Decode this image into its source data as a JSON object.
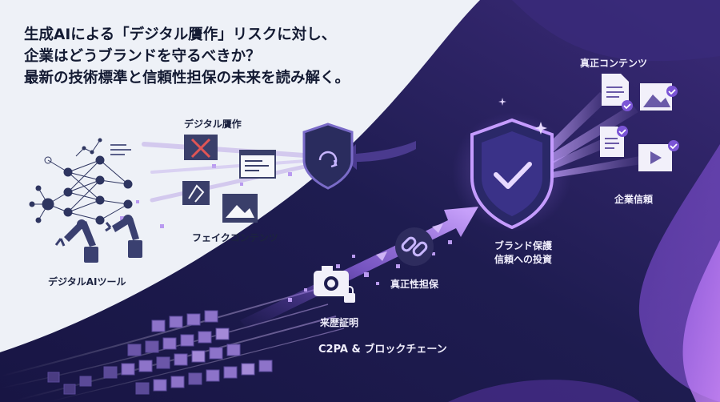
{
  "headline": {
    "line1": "生成AIによる「デジタル贋作」リスクに対し、",
    "line2": "企業はどうブランドを守るべきか？",
    "line3": "最新の技術標準と信頼性担保の未来を読み解く。"
  },
  "labels": {
    "digital_forgery": "デジタル贋作",
    "fake_content": "フェイクコンテンツ",
    "digital_ai_tools": "デジタルAIツール",
    "authentic_content": "真正コンテンツ",
    "corporate_trust": "企業信頼",
    "brand_protection": "ブランド保護",
    "trust_investment": "信頼への投資",
    "authenticity_assurance": "真正性担保",
    "provenance_proof": "来歴証明",
    "c2pa_blockchain": "C2PA & ブロックチェーン"
  },
  "colors": {
    "light_bg": "#eef1f7",
    "dark_navy": "#161a3f",
    "accent_purple": "#a77bff",
    "check_purple": "#7b55d6",
    "text_dark": "#141b33"
  },
  "icons": [
    "neural-network-icon",
    "robot-arm-icon",
    "shield-icon",
    "shield-check-icon",
    "link-chain-icon",
    "camera-lock-icon",
    "document-icon",
    "image-icon",
    "video-icon",
    "broken-image-icon",
    "code-window-icon"
  ]
}
